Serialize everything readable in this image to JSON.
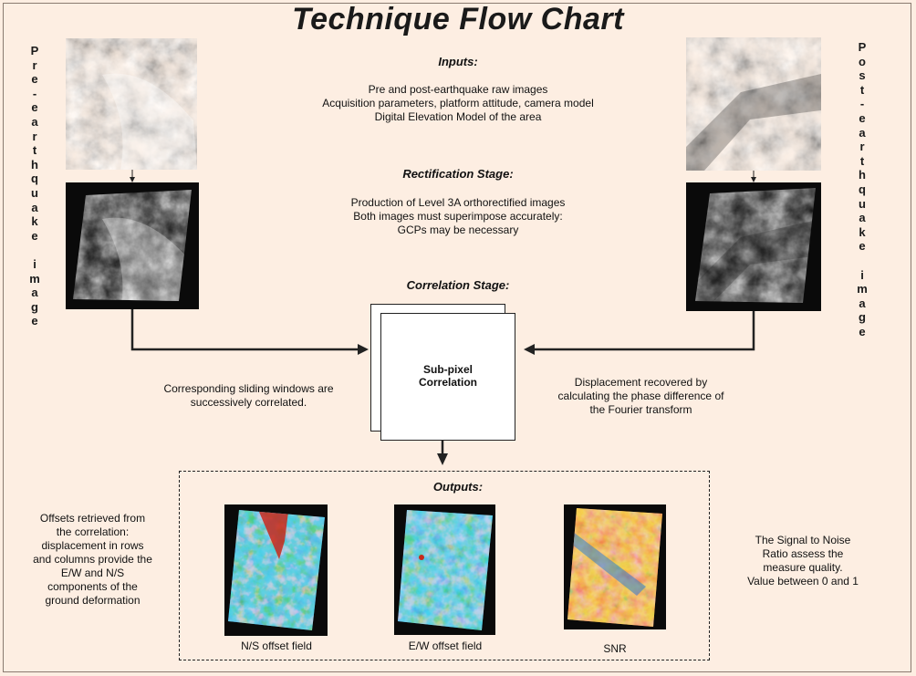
{
  "title": "Technique Flow Chart",
  "left_label": "Pre-earthquake image",
  "right_label": "Post-earthquake image",
  "inputs": {
    "heading": "Inputs:",
    "lines": [
      "Pre and post-earthquake raw images",
      "Acquisition parameters, platform attitude, camera model",
      "Digital Elevation Model of the area"
    ]
  },
  "rectification": {
    "heading": "Rectification Stage:",
    "lines": [
      "Production of Level 3A orthorectified images",
      "Both images must superimpose accurately:",
      "GCPs may be necessary"
    ]
  },
  "correlation": {
    "heading": "Correlation Stage:",
    "box_lines": [
      "Sub-pixel",
      "Correlation"
    ],
    "left_note": [
      "Corresponding sliding windows are",
      "successively correlated."
    ],
    "right_note": [
      "Displacement recovered by",
      "calculating the phase difference of",
      "the Fourier transform"
    ]
  },
  "outputs": {
    "heading": "Outputs:",
    "captions": [
      "N/S offset field",
      "E/W offset field",
      "SNR"
    ],
    "left_note": [
      "Offsets retrieved from",
      "the correlation:",
      "displacement in rows",
      "and columns provide the",
      "E/W and N/S",
      "components of the",
      "ground deformation"
    ],
    "right_note": [
      "The Signal to Noise",
      "Ratio assess the",
      "measure quality.",
      "Value between 0 and 1"
    ]
  },
  "colors": {
    "background": "#fdeee2",
    "line": "#222222",
    "field_blue": "#2f7fd0",
    "field_red": "#c8281c",
    "field_yellow": "#e8d23a"
  }
}
